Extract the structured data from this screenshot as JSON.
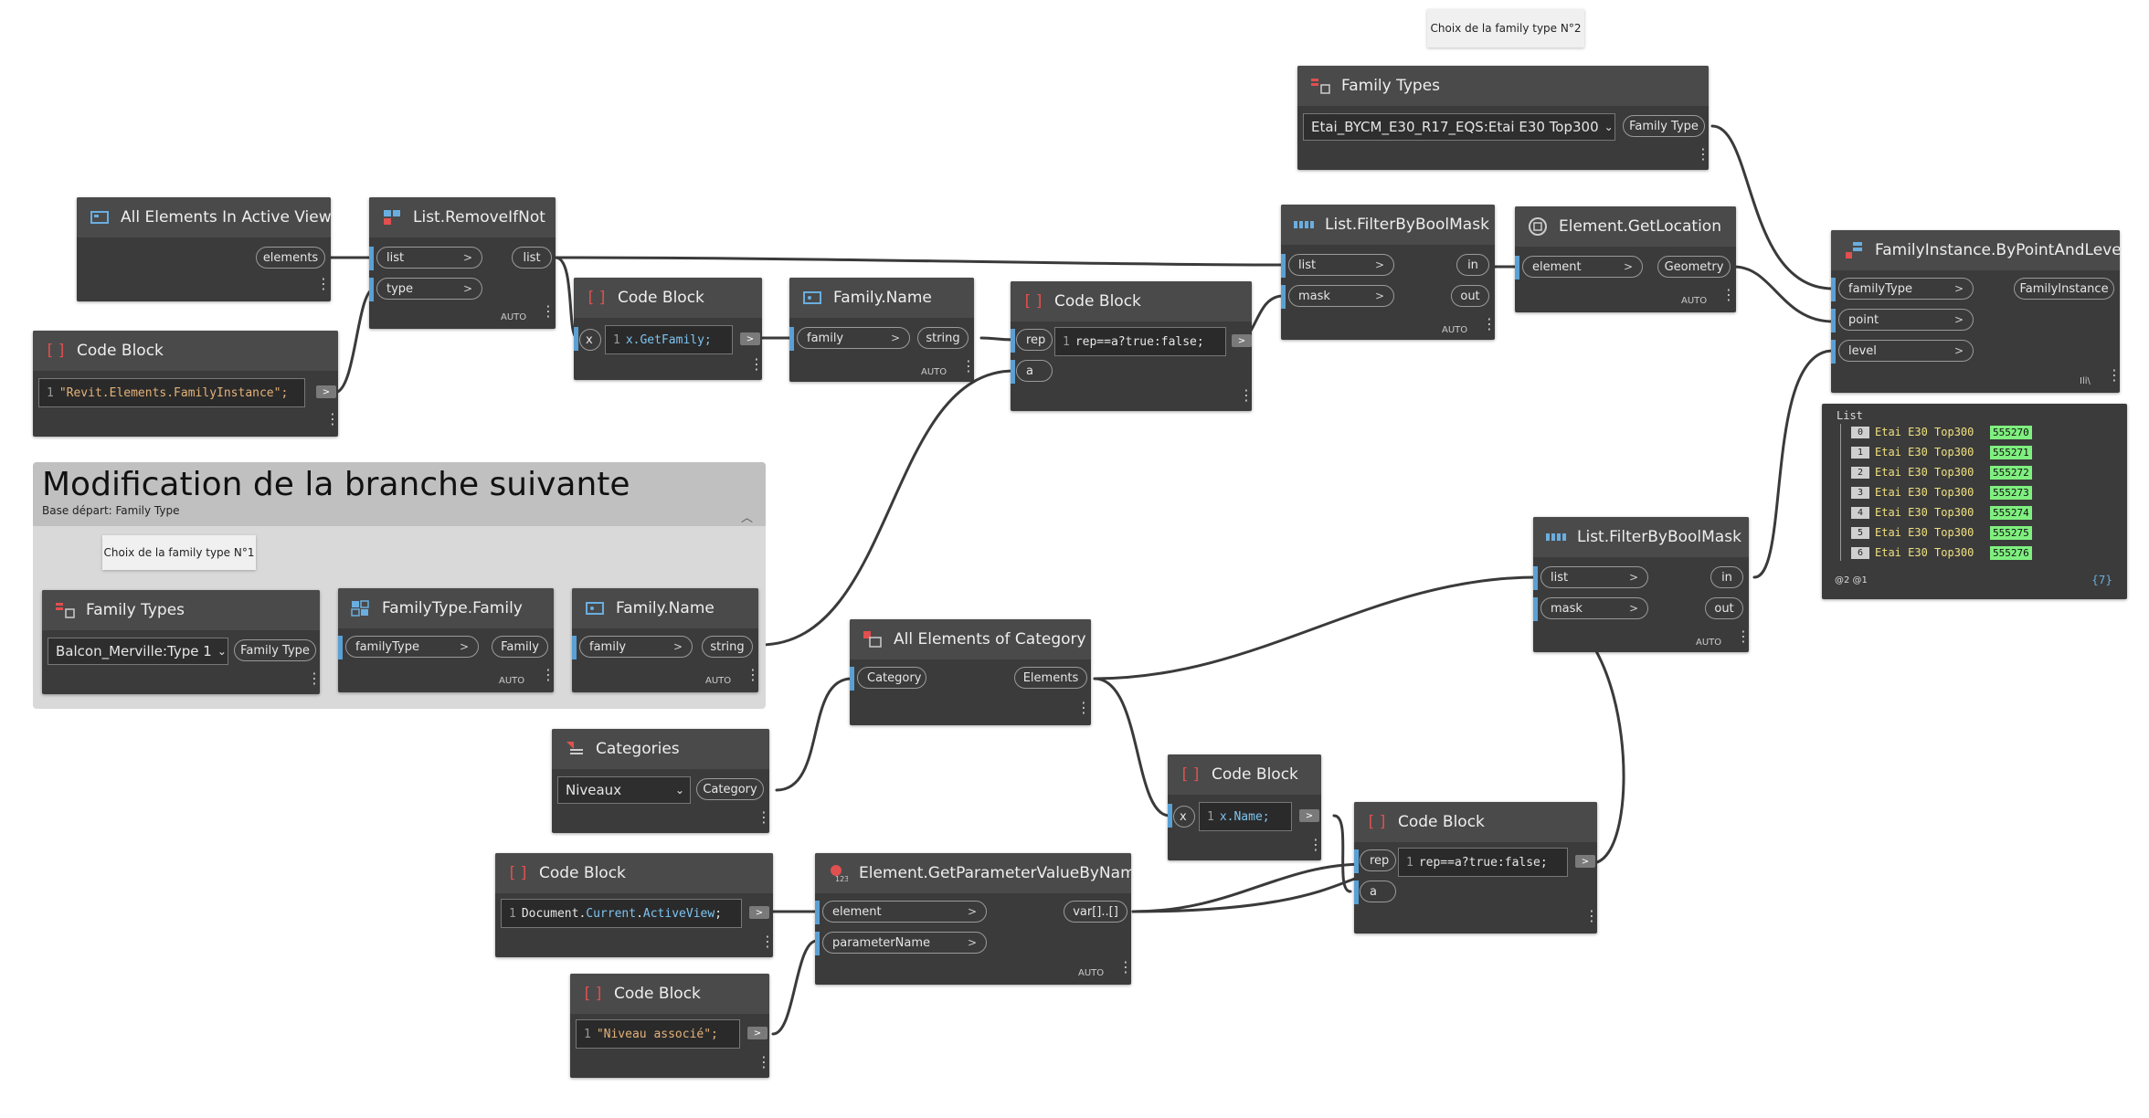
{
  "notes": {
    "family_type_2": "Choix de la family type N°2",
    "family_type_1": "Choix de la family type N°1"
  },
  "group": {
    "title": "Modification de la branche suivante",
    "subtitle": "Base départ: Family Type"
  },
  "nodes": {
    "all_elements_view": {
      "title": "All Elements In Active View",
      "out": "elements"
    },
    "code_block_revit": {
      "title": "Code Block",
      "line": "1",
      "code": "\"Revit.Elements.FamilyInstance\";"
    },
    "remove_if_not": {
      "title": "List.RemoveIfNot",
      "in1": "list",
      "in2": "type",
      "out": "list",
      "lacing": "AUTO"
    },
    "code_block_getfamily": {
      "title": "Code Block",
      "line": "1",
      "code": "x.GetFamily;",
      "in": "x"
    },
    "family_name_top": {
      "title": "Family.Name",
      "in": "family",
      "out": "string",
      "lacing": "AUTO"
    },
    "code_block_rep_top": {
      "title": "Code Block",
      "line": "1",
      "code": "rep==a?true:false;",
      "in1": "rep",
      "in2": "a"
    },
    "filter_bool_top": {
      "title": "List.FilterByBoolMask",
      "in1": "list",
      "in2": "mask",
      "out1": "in",
      "out2": "out",
      "lacing": "AUTO"
    },
    "get_location": {
      "title": "Element.GetLocation",
      "in": "element",
      "out": "Geometry",
      "lacing": "AUTO"
    },
    "family_types_top": {
      "title": "Family Types",
      "selected": "Etai_BYCM_E30_R17_EQS:Etai E30 Top300",
      "out": "Family Type"
    },
    "by_point_level": {
      "title": "FamilyInstance.ByPointAndLevel",
      "in1": "familyType",
      "in2": "point",
      "in3": "level",
      "out": "FamilyInstance"
    },
    "family_types_group": {
      "title": "Family Types",
      "selected": "Balcon_Merville:Type 1",
      "out": "Family Type"
    },
    "family_type_family": {
      "title": "FamilyType.Family",
      "in": "familyType",
      "out": "Family",
      "lacing": "AUTO"
    },
    "family_name_group": {
      "title": "Family.Name",
      "in": "family",
      "out": "string",
      "lacing": "AUTO"
    },
    "all_elements_category": {
      "title": "All Elements of Category",
      "in": "Category",
      "out": "Elements"
    },
    "categories": {
      "title": "Categories",
      "selected": "Niveaux",
      "out": "Category"
    },
    "code_block_name": {
      "title": "Code Block",
      "line": "1",
      "code": "x.Name;",
      "in": "x"
    },
    "code_block_rep_bottom": {
      "title": "Code Block",
      "line": "1",
      "code": "rep==a?true:false;",
      "in1": "rep",
      "in2": "a"
    },
    "filter_bool_bottom": {
      "title": "List.FilterByBoolMask",
      "in1": "list",
      "in2": "mask",
      "out1": "in",
      "out2": "out",
      "lacing": "AUTO"
    },
    "code_block_active_view": {
      "title": "Code Block",
      "line": "1",
      "code_obj": "Document",
      "code_prop1": "Current",
      "code_prop2": "ActiveView",
      "dot": "."
    },
    "get_param_value": {
      "title": "Element.GetParameterValueByName",
      "in1": "element",
      "in2": "parameterName",
      "out": "var[]..[]",
      "lacing": "AUTO"
    },
    "code_block_niveau": {
      "title": "Code Block",
      "line": "1",
      "code": "\"Niveau associé\";"
    }
  },
  "watch": {
    "header": "List",
    "items": [
      {
        "index": "0",
        "value": "Etai E30 Top300",
        "id": "555270"
      },
      {
        "index": "1",
        "value": "Etai E30 Top300",
        "id": "555271"
      },
      {
        "index": "2",
        "value": "Etai E30 Top300",
        "id": "555272"
      },
      {
        "index": "3",
        "value": "Etai E30 Top300",
        "id": "555273"
      },
      {
        "index": "4",
        "value": "Etai E30 Top300",
        "id": "555274"
      },
      {
        "index": "5",
        "value": "Etai E30 Top300",
        "id": "555275"
      },
      {
        "index": "6",
        "value": "Etai E30 Top300",
        "id": "555276"
      }
    ],
    "levels": "@2 @1",
    "count": "{7}",
    "lacing_label": "Ili\\"
  },
  "colors": {
    "port": "#5aa0d4",
    "node": "#3b3b3b",
    "header": "#4a4a4a",
    "id_highlight": "#7ff07f"
  }
}
